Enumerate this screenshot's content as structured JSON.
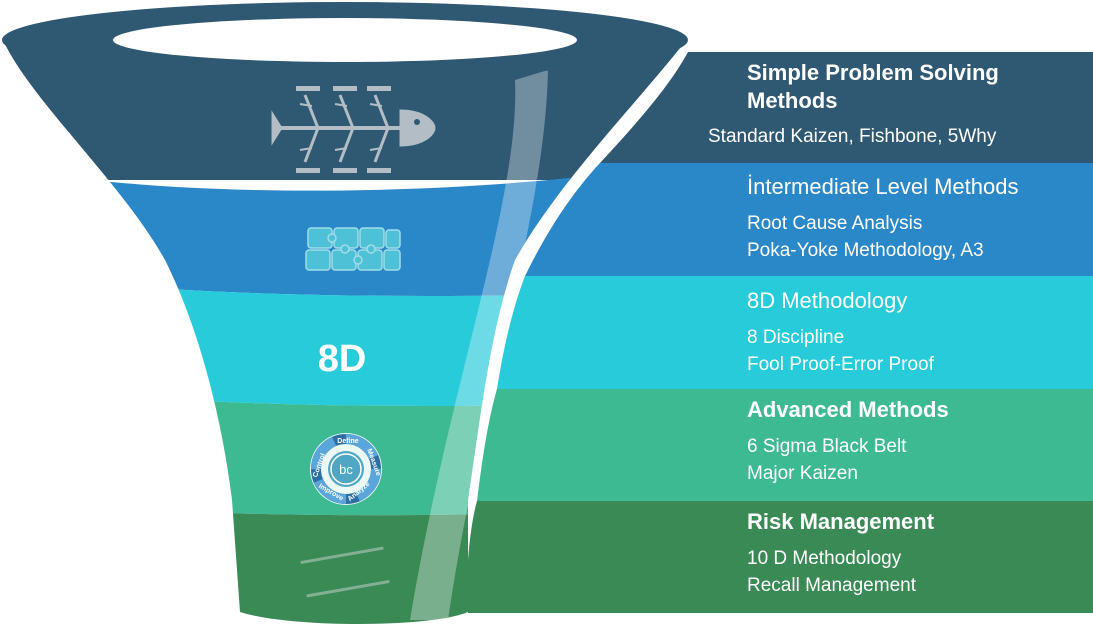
{
  "colors": {
    "level1": "#2f5873",
    "level2": "#2a87c8",
    "level3": "#28cbd9",
    "level4": "#3eba93",
    "level5": "#3a8a56"
  },
  "levels": [
    {
      "title": "Simple Problem Solving Methods",
      "title_lines": [
        "Simple Problem Solving",
        "Methods"
      ],
      "lines": [
        "Standard Kaizen, Fishbone, 5Why"
      ],
      "icon": "fishbone-diagram-icon"
    },
    {
      "title": "İntermediate Level Methods",
      "lines": [
        "Root Cause Analysis",
        "Poka-Yoke Methodology, A3"
      ],
      "icon": "puzzle-icon"
    },
    {
      "title": "8D Methodology",
      "lines": [
        "8 Discipline",
        "Fool Proof-Error Proof"
      ],
      "funnel_label": "8D"
    },
    {
      "title": "Advanced Methods",
      "lines": [
        "6 Sigma Black Belt",
        "Major Kaizen"
      ],
      "icon": "dmaic-cycle-icon",
      "cycle_labels": [
        "Define",
        "Measure",
        "Analyze",
        "Improve",
        "Control"
      ]
    },
    {
      "title": "Risk Management",
      "lines": [
        "10 D Methodology",
        "Recall Management"
      ],
      "icon": "recall-stamp-icon"
    }
  ]
}
